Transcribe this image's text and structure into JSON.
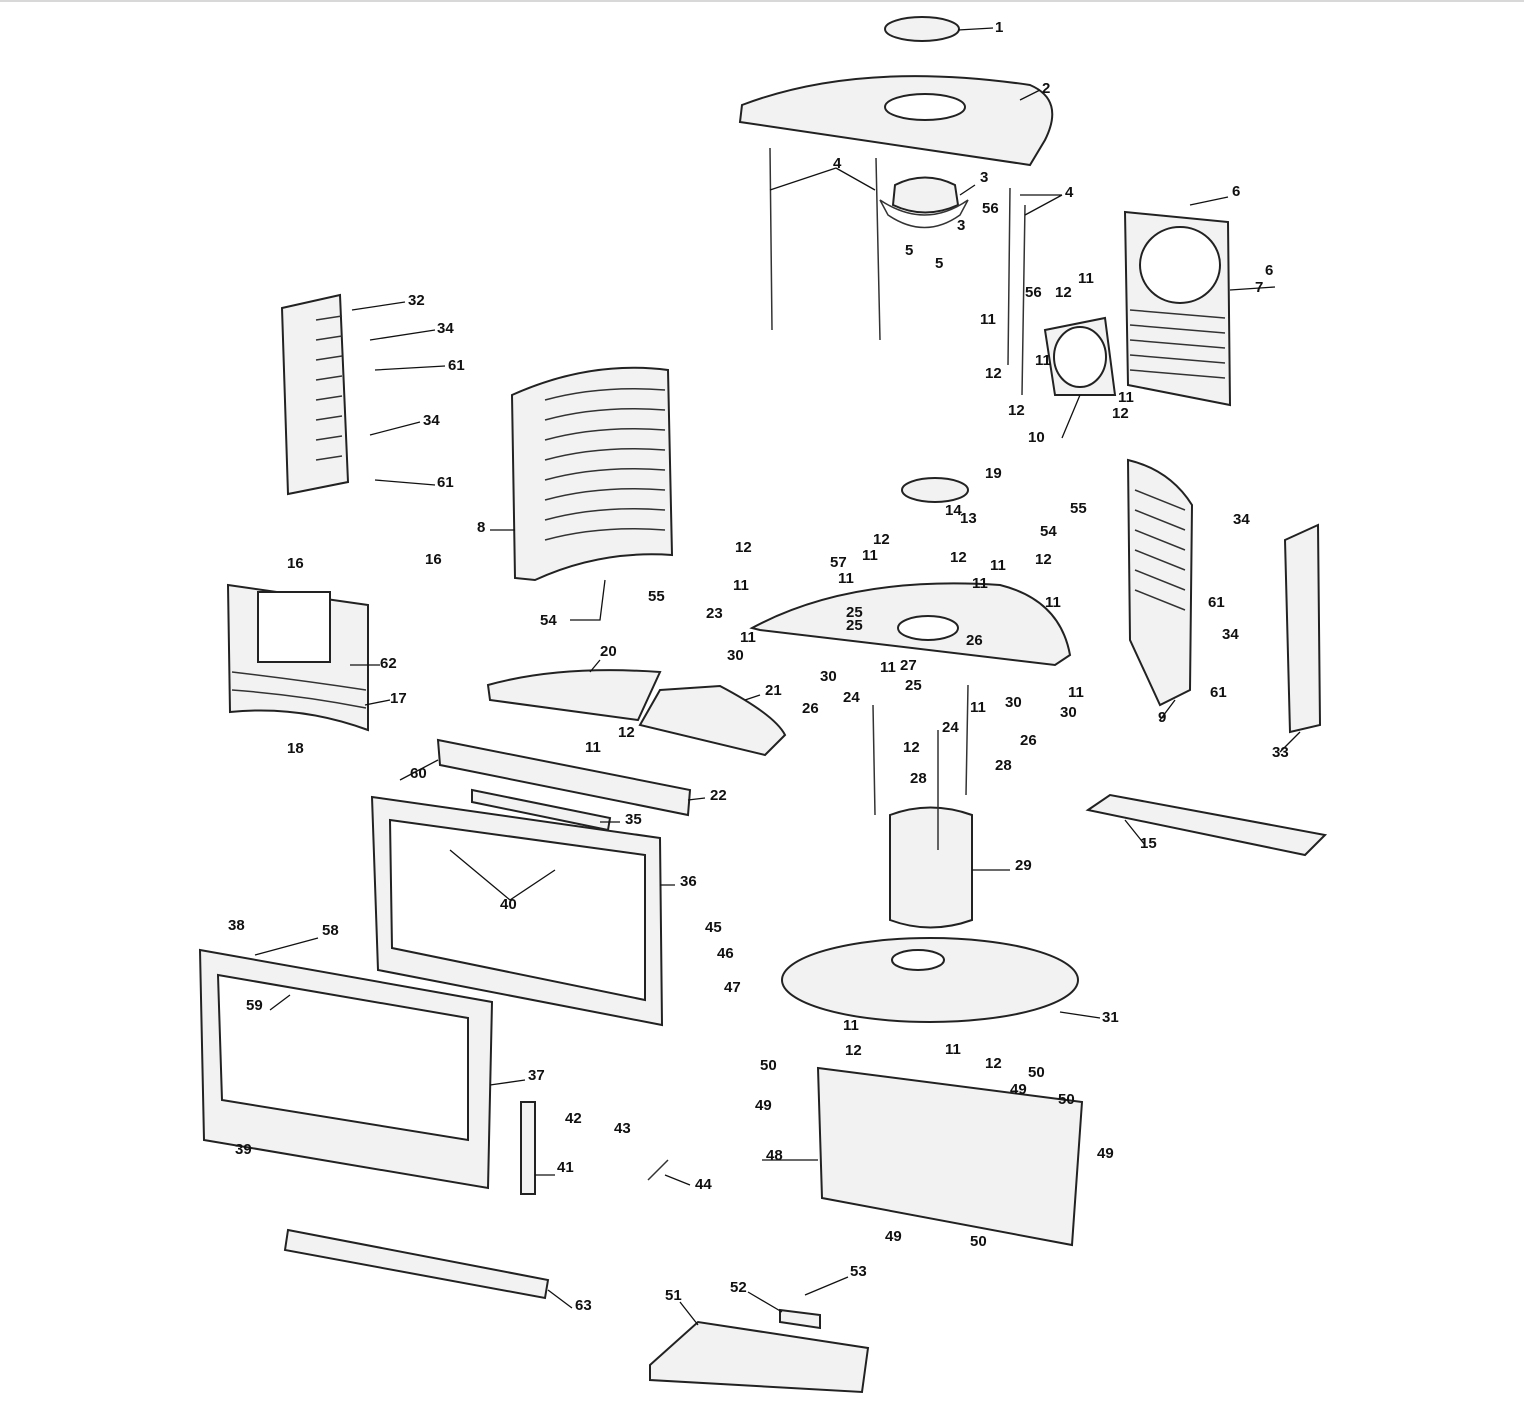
{
  "diagram": {
    "type": "exploded-parts-diagram",
    "callouts": [
      "1",
      "2",
      "4",
      "3",
      "56",
      "4",
      "5",
      "3",
      "5",
      "6",
      "6",
      "7",
      "11",
      "56",
      "12",
      "11",
      "11",
      "12",
      "12",
      "11",
      "12",
      "10",
      "32",
      "34",
      "61",
      "34",
      "61",
      "8",
      "54",
      "55",
      "16",
      "16",
      "62",
      "17",
      "18",
      "19",
      "13",
      "14",
      "12",
      "12",
      "11",
      "11",
      "12",
      "11",
      "11",
      "12",
      "11",
      "11",
      "57",
      "23",
      "25",
      "25",
      "26",
      "11",
      "30",
      "30",
      "11",
      "27",
      "25",
      "24",
      "24",
      "12",
      "26",
      "30",
      "11",
      "30",
      "11",
      "26",
      "28",
      "28",
      "55",
      "54",
      "34",
      "61",
      "34",
      "61",
      "9",
      "33",
      "15",
      "20",
      "21",
      "12",
      "11",
      "60",
      "22",
      "35",
      "36",
      "40",
      "29",
      "38",
      "58",
      "45",
      "46",
      "47",
      "59",
      "31",
      "11",
      "12",
      "11",
      "12",
      "50",
      "49",
      "50",
      "49",
      "50",
      "49",
      "37",
      "42",
      "43",
      "39",
      "41",
      "44",
      "48",
      "49",
      "50",
      "63",
      "51",
      "52",
      "53"
    ]
  }
}
